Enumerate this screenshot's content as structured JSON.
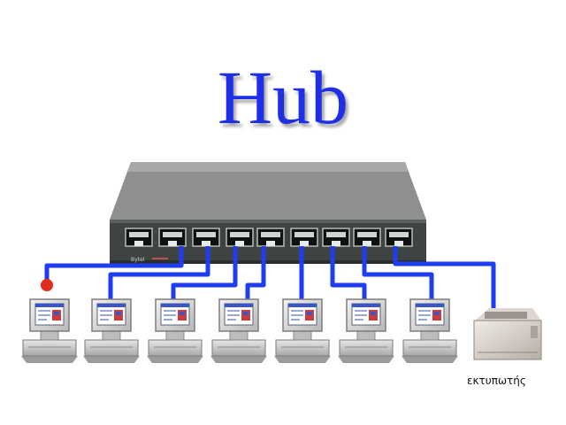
{
  "diagram": {
    "title": "Hub",
    "hub": {
      "ports": 9,
      "brand_label": "Bytel",
      "body_color": "#8e908f",
      "front_color": "#3d4442"
    },
    "cable_color": "#1f3df0",
    "indicator_color": "#e32b1f",
    "computers": 7,
    "printer_label": "εκτυπωτής"
  }
}
